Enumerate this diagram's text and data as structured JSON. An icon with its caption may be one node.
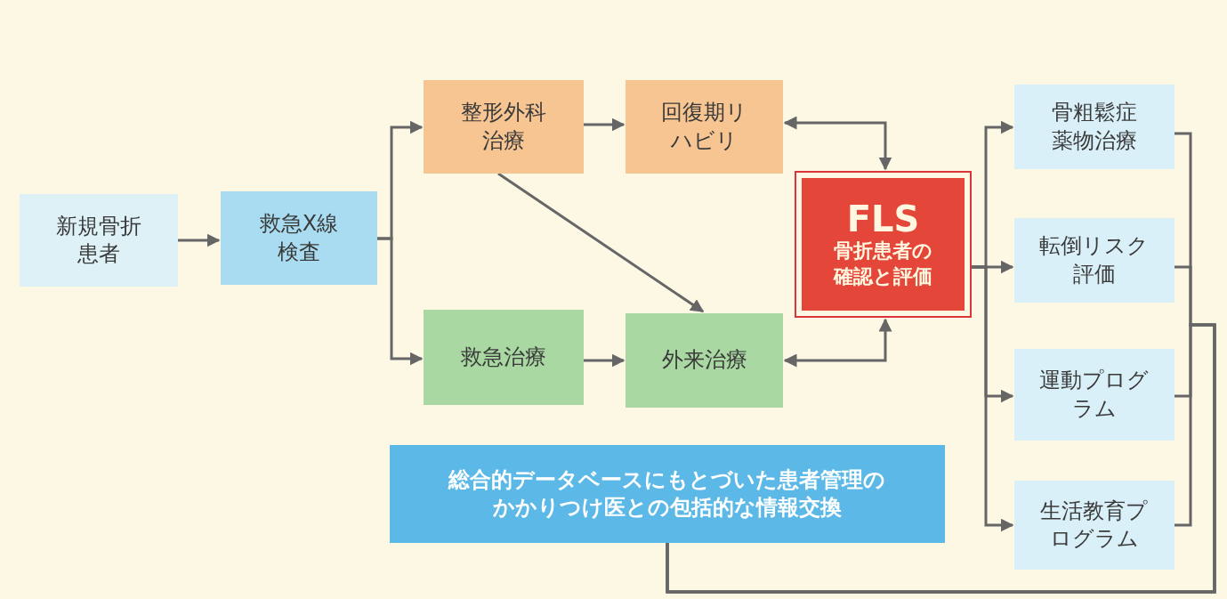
{
  "diagram": {
    "nodes": [
      {
        "text": [
          "新規骨折患者"
        ]
      },
      {
        "text": [
          "救急X線検査"
        ]
      },
      {
        "text": [
          "整形外科治療"
        ]
      },
      {
        "text": [
          "回復期リハビリ"
        ]
      },
      {
        "text": [
          "救急治療"
        ]
      },
      {
        "text": [
          "外来治療"
        ]
      },
      {
        "text": [
          "FLS",
          "骨折患者の確認と評価"
        ]
      },
      {
        "text": [
          "骨粗鬆症薬物治療"
        ]
      },
      {
        "text": [
          "転倒リスク評価"
        ]
      },
      {
        "text": [
          "運動プログラム"
        ]
      },
      {
        "text": [
          "生活教育プログラム"
        ]
      },
      {
        "text": [
          "総合的データベースにもとづいた患者管理のかかりつけ医との包括的な情報交換"
        ]
      }
    ],
    "edges": [
      {
        "from": 0,
        "to": 1,
        "arrow": "to"
      },
      {
        "from": 1,
        "to": 2,
        "arrow": "to"
      },
      {
        "from": 1,
        "to": 4,
        "arrow": "to"
      },
      {
        "from": 2,
        "to": 3,
        "arrow": "to"
      },
      {
        "from": 2,
        "to": 5,
        "arrow": "to"
      },
      {
        "from": 4,
        "to": 5,
        "arrow": "to"
      },
      {
        "from": 3,
        "to": 6,
        "arrow": "both"
      },
      {
        "from": 5,
        "to": 6,
        "arrow": "both"
      },
      {
        "from": 6,
        "to": 7,
        "arrow": "to"
      },
      {
        "from": 6,
        "to": 8,
        "arrow": "to"
      },
      {
        "from": 6,
        "to": 9,
        "arrow": "to"
      },
      {
        "from": 6,
        "to": 10,
        "arrow": "to"
      },
      {
        "from": 7,
        "to": 11,
        "arrow": "none"
      },
      {
        "from": 8,
        "to": 11,
        "arrow": "none"
      },
      {
        "from": 9,
        "to": 11,
        "arrow": "none"
      },
      {
        "from": 10,
        "to": 11,
        "arrow": "none"
      }
    ]
  }
}
